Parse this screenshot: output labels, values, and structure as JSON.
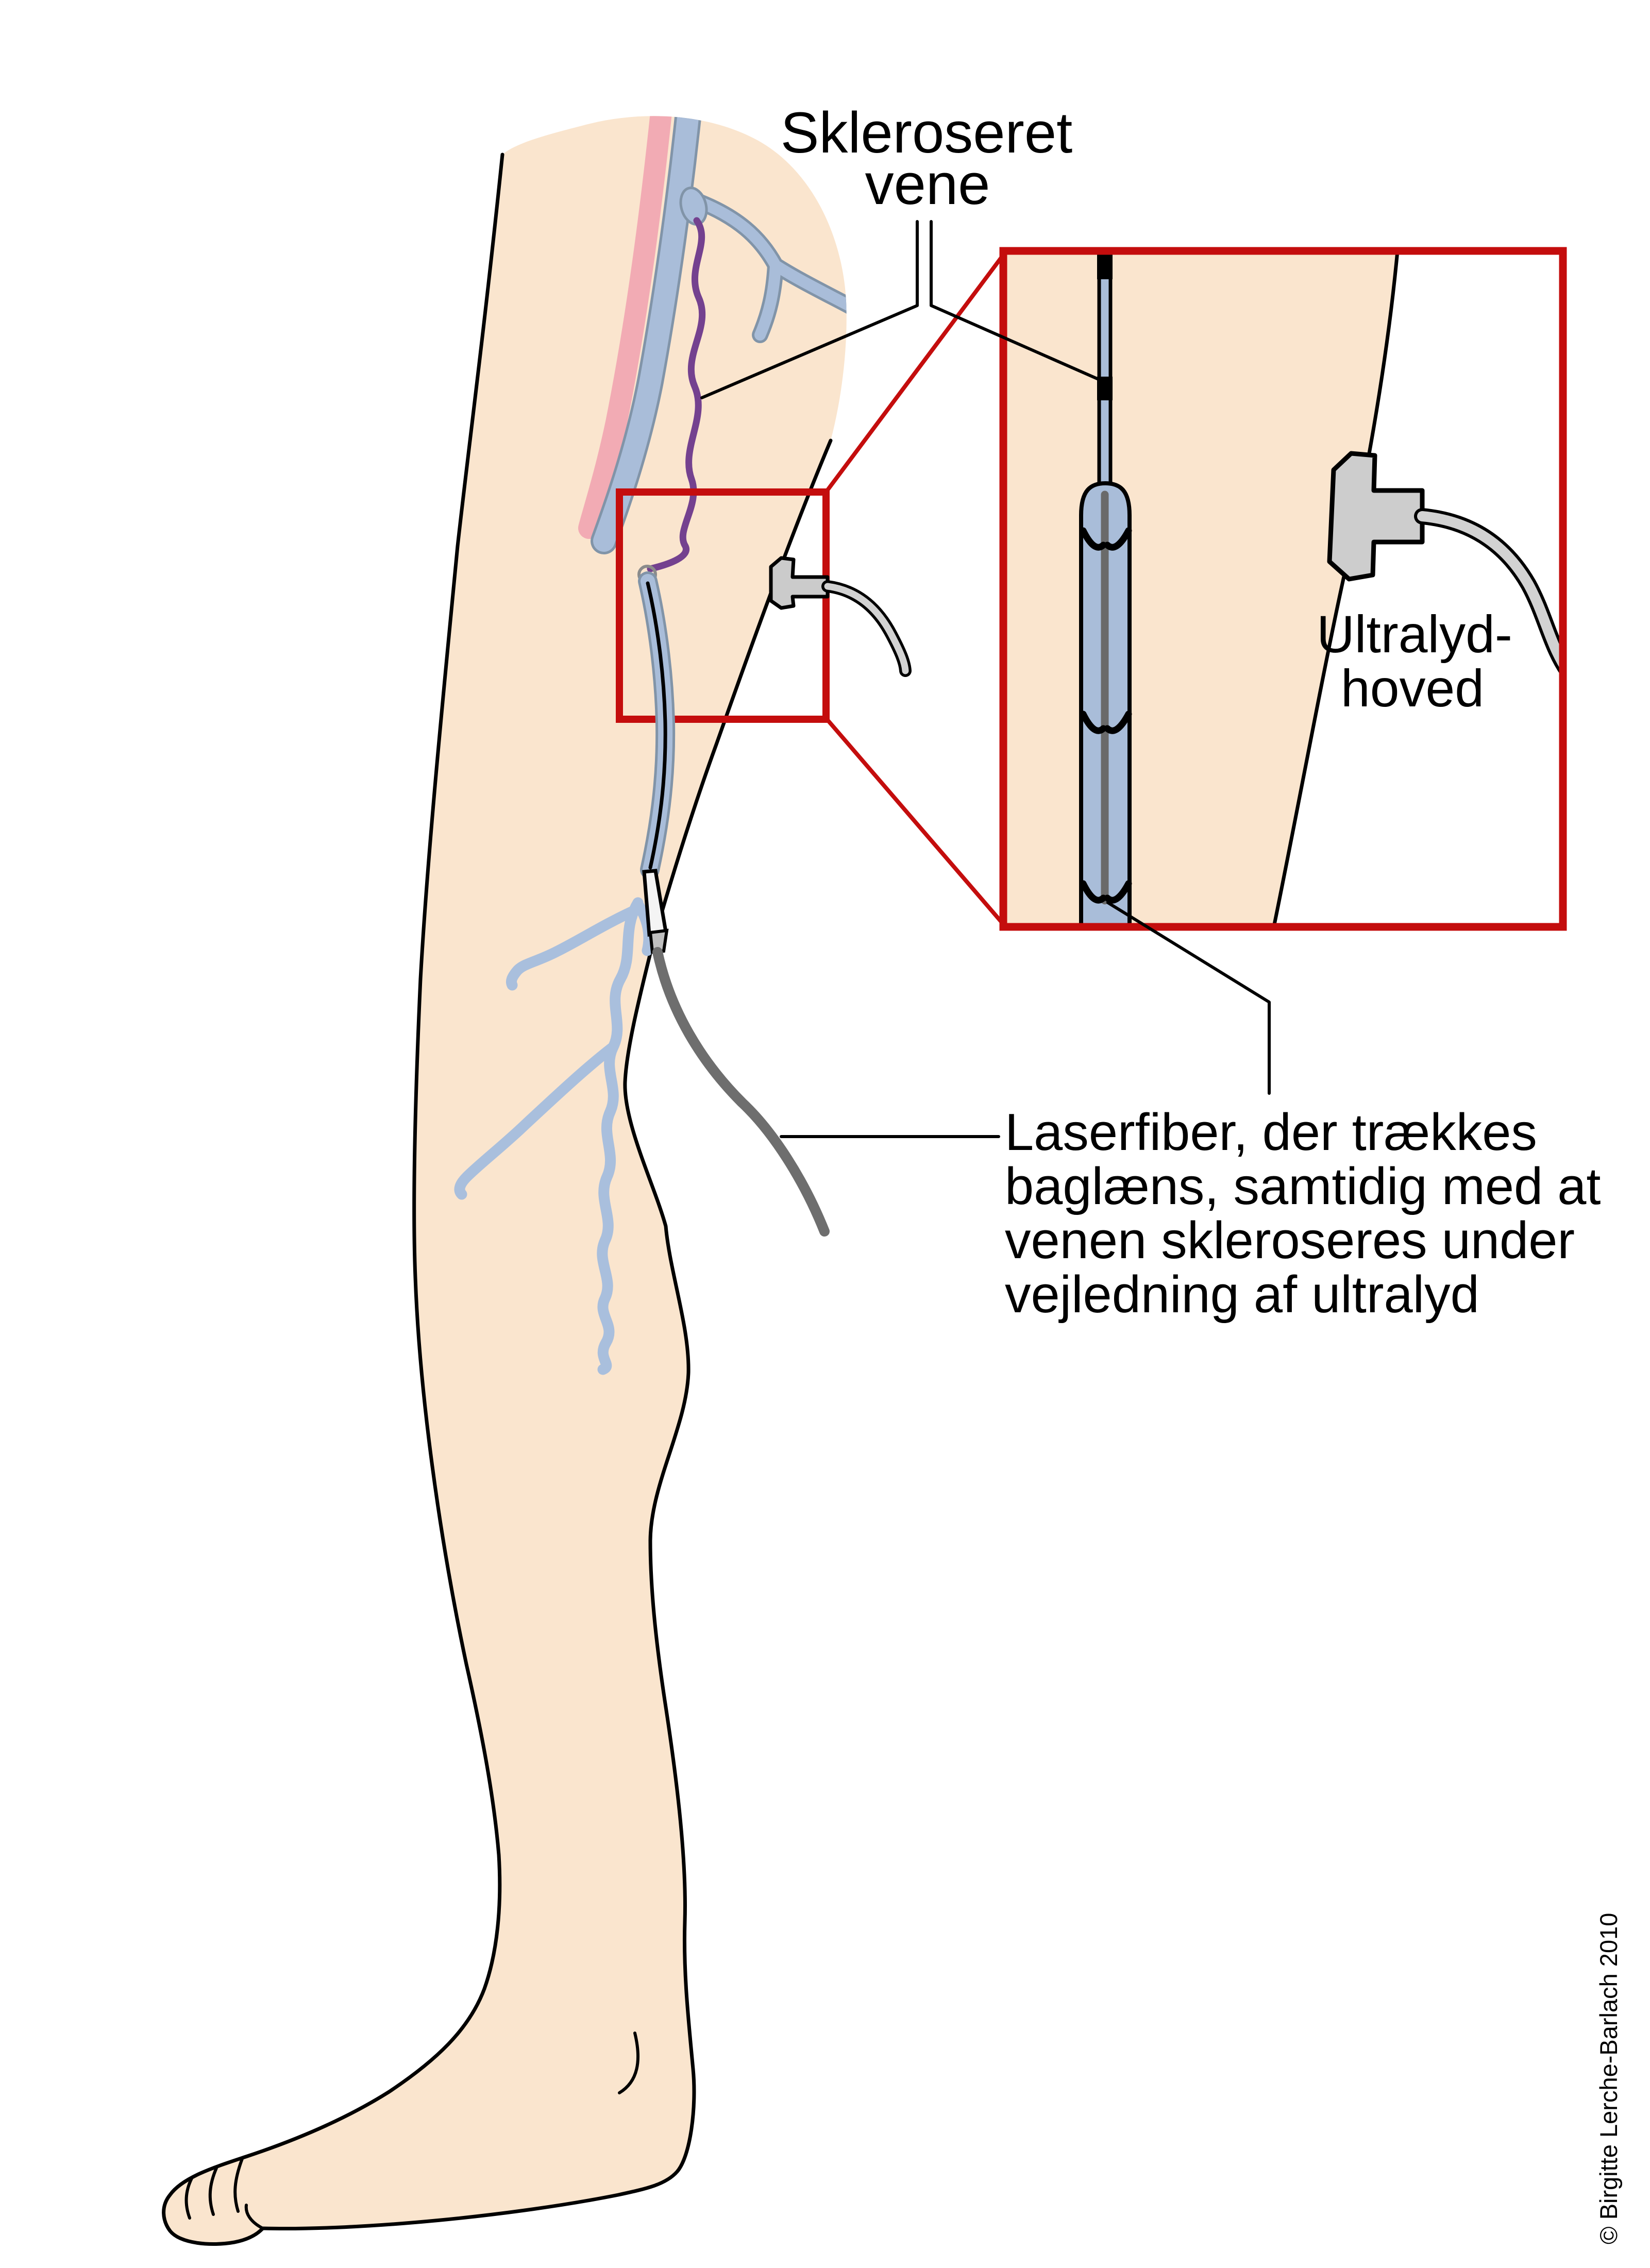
{
  "title": {
    "line1": "Skleroseret",
    "line2": "vene"
  },
  "inset_label": {
    "line1": "Ultralyd-",
    "line2": "hoved"
  },
  "caption": {
    "line1": "Laserfiber, der trækkes",
    "line2": "baglæns, samtidig med at",
    "line3": "venen skleroseres under",
    "line4": "vejledning af ultralyd"
  },
  "copyright": "© Birgitte Lerche-Barlach 2010",
  "colors": {
    "skin": "#FAE5CE",
    "artery_pink": "#F2ABB4",
    "vein_blue": "#A9BDD9",
    "vein_outline": "#8194A8",
    "sclerosed_purple": "#74418F",
    "highlight_red": "#C40D0D",
    "laser_cable_gray": "#6E6E6E",
    "probe_gray": "#CBCBCB",
    "fiber_gray": "#6A6A6A",
    "line_black": "#000000",
    "background": "#FFFFFF"
  }
}
